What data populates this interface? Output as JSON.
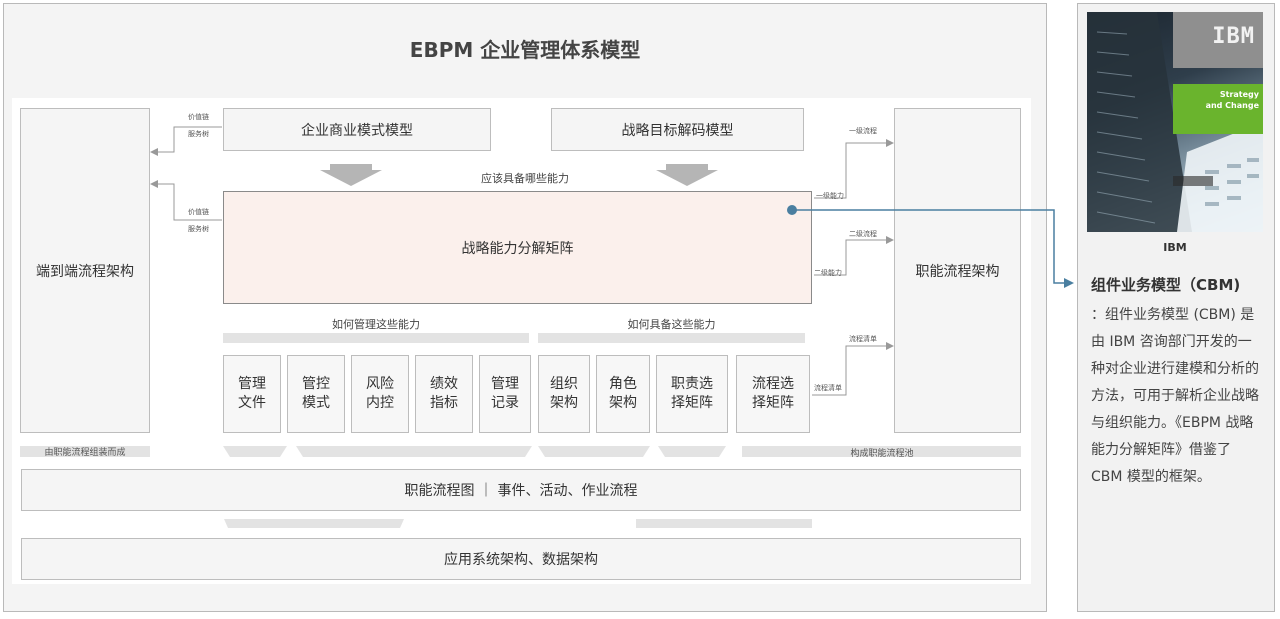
{
  "diagram": {
    "title": "EBPM 企业管理体系模型",
    "left_column": "端到端流程架构",
    "right_column": "职能流程架构",
    "top_left_box": "企业商业模式模型",
    "top_right_box": "战略目标解码模型",
    "ability_question": "应该具备哪些能力",
    "matrix": "战略能力分解矩阵",
    "how_manage": "如何管理这些能力",
    "how_have": "如何具备这些能力",
    "tags": {
      "value_chain_1": "价值链",
      "service_tree_1": "服务树",
      "value_chain_2": "价值链",
      "service_tree_2": "服务树",
      "level1_process_top": "一级流程",
      "level1_capability": "一级能力",
      "level2_process": "二级流程",
      "level2_capability": "二级能力",
      "process_list_top": "流程清单",
      "process_list_bottom": "流程清单"
    },
    "cells": [
      "管理\n文件",
      "管控\n模式",
      "风险\n内控",
      "绩效\n指标",
      "管理\n记录",
      "组织\n架构",
      "角色\n架构",
      "职责选\n择矩阵",
      "流程选\n择矩阵"
    ],
    "left_band": "由职能流程组装而成",
    "right_band": "构成职能流程池",
    "functional_flow": "职能流程图 ｜ 事件、活动、作业流程",
    "app_arch": "应用系统架构、数据架构"
  },
  "sidebar": {
    "cover": {
      "logo": "IBM",
      "title_line1": "Strategy",
      "title_line2": "and Change"
    },
    "caption": "IBM",
    "heading": "组件业务模型（CBM)",
    "body": "：组件业务模型 (CBM) 是由 IBM 咨询部门开发的一种对企业进行建模和分析的方法，可用于解析企业战略与组织能力。《EBPM 战略能力分解矩阵》借鉴了 CBM 模型的框架。",
    "colors": {
      "cover_green": "#6ab42d",
      "connector": "#4a7fa0"
    }
  }
}
